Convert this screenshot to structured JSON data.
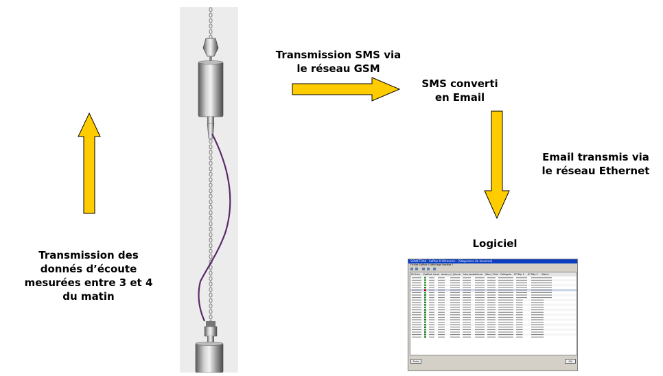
{
  "labels": {
    "sms_transmission": [
      "Transmission SMS via",
      "le réseau GSM"
    ],
    "sms_converted": [
      "SMS converti",
      "en Email"
    ],
    "email_transmission": [
      "Email transmis via",
      "le réseau Ethernet"
    ],
    "software": "Logiciel",
    "measurement": [
      "Transmission des",
      "donnés d’écoute",
      "mesurées entre 3 et 4",
      "du matin"
    ]
  },
  "colors": {
    "arrow_fill": "#ffcc00",
    "arrow_stroke": "#000000",
    "photo_bg": "#ececec"
  },
  "software_window": {
    "title": "SONICTRAK - SoPhie II Ultrasonic - [Séquences de mesures]",
    "menu": "Fichier  SoPhie II  Affichage  Fenêtre  ?",
    "columns": [
      "ID Fiche",
      "Etat",
      "Prot.",
      "Canal",
      "Audio (>) (Db)",
      "Heure",
      "Intervention",
      "Heure",
      "Sitec / Vicio",
      "Catégorie",
      "N° Rép 1",
      "N° Rép 2",
      "Statut"
    ],
    "bottom_left_button": "Fiche",
    "bottom_right_button": "OK"
  }
}
